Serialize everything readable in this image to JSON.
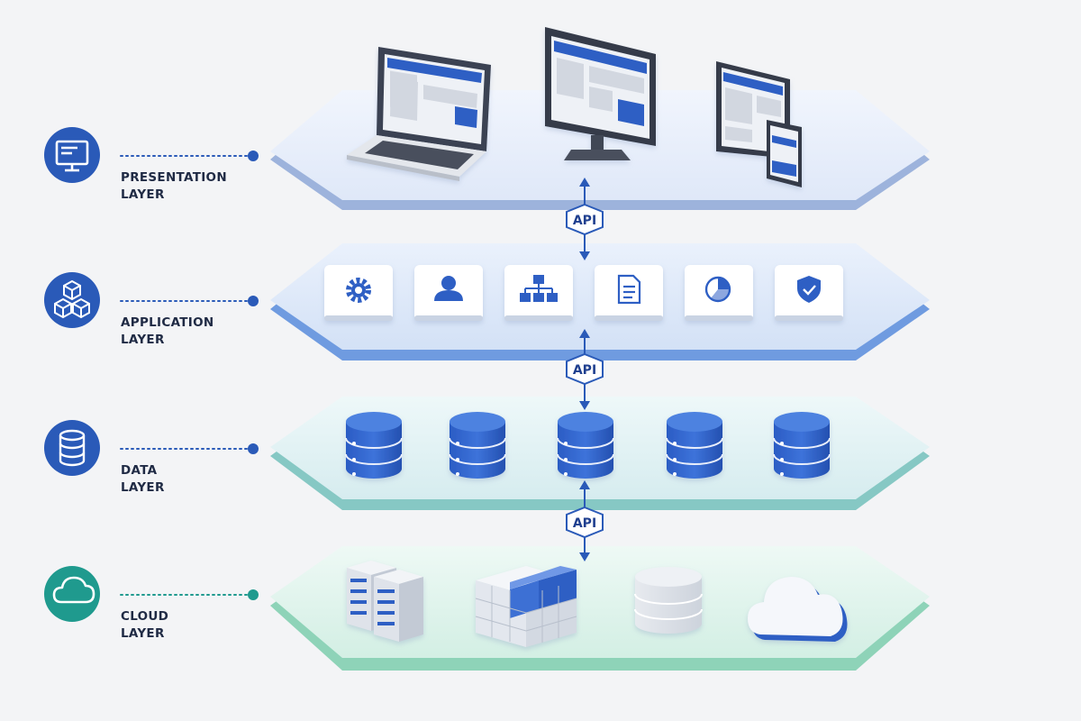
{
  "layers": [
    {
      "id": "presentation",
      "label_line1": "PRESENTATION",
      "label_line2": "LAYER",
      "icon": "monitor-icon",
      "color": "#2a5ab8"
    },
    {
      "id": "application",
      "label_line1": "APPLICATION",
      "label_line2": "LAYER",
      "icon": "cubes-icon",
      "color": "#2a5ab8"
    },
    {
      "id": "data",
      "label_line1": "DATA",
      "label_line2": "LAYER",
      "icon": "database-icon",
      "color": "#2a5ab8"
    },
    {
      "id": "cloud",
      "label_line1": "CLOUD",
      "label_line2": "LAYER",
      "icon": "cloud-icon",
      "color": "#1f9a8e"
    }
  ],
  "connectors": [
    {
      "label": "API"
    },
    {
      "label": "API"
    },
    {
      "label": "API"
    }
  ],
  "application_tiles": [
    "gear-icon",
    "user-icon",
    "hierarchy-icon",
    "document-icon",
    "pie-chart-icon",
    "shield-check-icon"
  ],
  "presentation_devices": [
    "laptop-icon",
    "desktop-monitor-icon",
    "tablet-phone-icon"
  ],
  "data_items": [
    "database-icon",
    "database-icon",
    "database-icon",
    "database-icon",
    "database-icon"
  ],
  "cloud_items": [
    "server-rack-icon",
    "storage-cubes-icon",
    "storage-cylinder-icon",
    "cloud-icon"
  ]
}
